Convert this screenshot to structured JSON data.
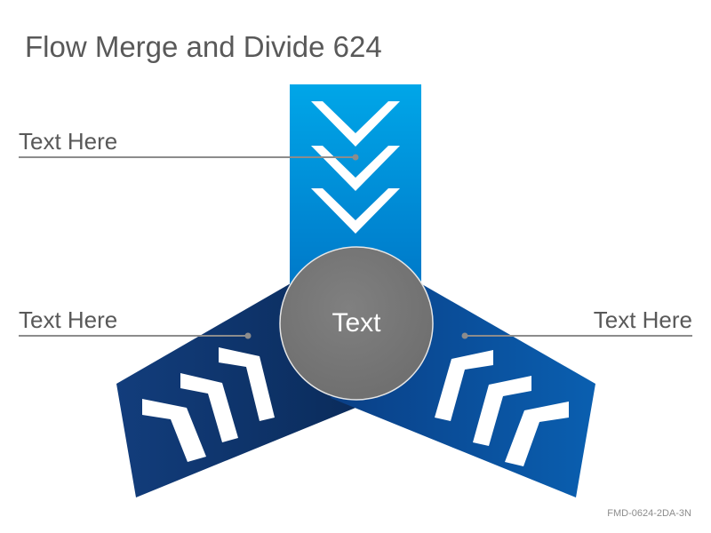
{
  "title": "Flow Merge and Divide 624",
  "labels": {
    "top": "Text Here",
    "left": "Text Here",
    "right": "Text Here"
  },
  "center": "Text",
  "code": "FMD-0624-2DA-3N",
  "colors": {
    "top_arm_light": "#00a6e8",
    "top_arm_dark": "#0078c8",
    "left_arm_light": "#123d7c",
    "left_arm_dark": "#0a2a58",
    "right_arm_light": "#0a57a6",
    "right_arm_dark": "#0a3f86",
    "circle": "#7a7a7a",
    "leader_line": "#8c8c8c",
    "title_text": "#595959"
  }
}
